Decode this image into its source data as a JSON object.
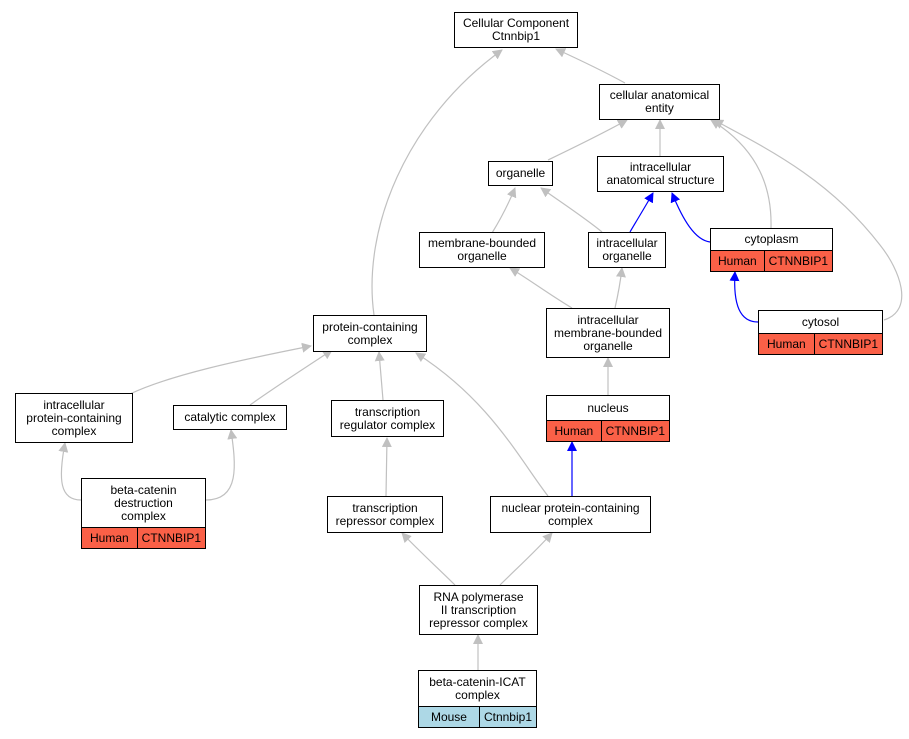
{
  "colors": {
    "edge_gray": "#c0c0c0",
    "edge_blue": "#0000ff",
    "human": "#fa6047",
    "mouse": "#add8e6"
  },
  "nodes": {
    "cellular_component": {
      "lines": [
        "Cellular Component",
        "Ctnnbip1"
      ]
    },
    "cellular_anatomical_entity": {
      "lines": [
        "cellular anatomical",
        "entity"
      ]
    },
    "organelle": {
      "lines": [
        "organelle"
      ]
    },
    "intracellular_anatomical_structure": {
      "lines": [
        "intracellular",
        "anatomical structure"
      ]
    },
    "membrane_bounded_organelle": {
      "lines": [
        "membrane-bounded",
        "organelle"
      ]
    },
    "intracellular_organelle": {
      "lines": [
        "intracellular",
        "organelle"
      ]
    },
    "cytoplasm": {
      "lines": [
        "cytoplasm"
      ],
      "annotation": {
        "species": "Human",
        "gene": "CTNNBIP1"
      }
    },
    "cytosol": {
      "lines": [
        "cytosol"
      ],
      "annotation": {
        "species": "Human",
        "gene": "CTNNBIP1"
      }
    },
    "protein_containing_complex": {
      "lines": [
        "protein-containing",
        "complex"
      ]
    },
    "intracellular_membrane_bounded_organelle": {
      "lines": [
        "intracellular",
        "membrane-bounded",
        "organelle"
      ]
    },
    "intracellular_protein_containing_complex": {
      "lines": [
        "intracellular",
        "protein-containing",
        "complex"
      ]
    },
    "catalytic_complex": {
      "lines": [
        "catalytic complex"
      ]
    },
    "transcription_regulator_complex": {
      "lines": [
        "transcription",
        "regulator complex"
      ]
    },
    "nucleus": {
      "lines": [
        "nucleus"
      ],
      "annotation": {
        "species": "Human",
        "gene": "CTNNBIP1"
      }
    },
    "beta_catenin_destruction_complex": {
      "lines": [
        "beta-catenin",
        "destruction",
        "complex"
      ],
      "annotation": {
        "species": "Human",
        "gene": "CTNNBIP1"
      }
    },
    "transcription_repressor_complex": {
      "lines": [
        "transcription",
        "repressor complex"
      ]
    },
    "nuclear_protein_containing_complex": {
      "lines": [
        "nuclear protein-containing",
        "complex"
      ]
    },
    "rna_polymerase_ii_transcription_repressor_complex": {
      "lines": [
        "RNA polymerase",
        "II transcription",
        "repressor complex"
      ]
    },
    "beta_catenin_icat_complex": {
      "lines": [
        "beta-catenin-ICAT",
        "complex"
      ],
      "annotation": {
        "species": "Mouse",
        "gene": "Ctnnbip1"
      }
    }
  }
}
